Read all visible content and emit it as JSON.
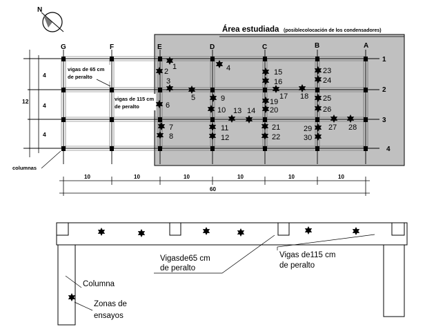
{
  "compass": {
    "north_label": "N"
  },
  "study_area": {
    "title": "Área estudiada",
    "subtitle": "(posiblecolocación de los condensadores)"
  },
  "axes_columns": [
    "G",
    "F",
    "E",
    "D",
    "C",
    "B",
    "A"
  ],
  "axes_rows": [
    "1",
    "2",
    "3",
    "4"
  ],
  "beam_labels": {
    "beam65_line1": "vigas de 65 cm",
    "beam65_line2": "de peralto",
    "beam115_line1": "vigas de  115 cm",
    "beam115_line2": "de peralto",
    "columns": "columnas"
  },
  "dimensions": {
    "left_spacings": [
      "4",
      "4",
      "4"
    ],
    "left_total": "12",
    "bottom_spacings": [
      "10",
      "10",
      "10",
      "10",
      "10",
      "10"
    ],
    "bottom_total": "60"
  },
  "test_points": [
    "1",
    "2",
    "3",
    "4",
    "5",
    "6",
    "7",
    "8",
    "9",
    "10",
    "11",
    "12",
    "13",
    "14",
    "15",
    "16",
    "17",
    "18",
    "19",
    "20",
    "21",
    "22",
    "23",
    "24",
    "25",
    "26",
    "27",
    "28",
    "29",
    "30"
  ],
  "elevation_legend": {
    "beam65_line1": "Vigasde65 cm",
    "beam65_line2": "de peralto",
    "beam115_line1": "Vigas de115 cm",
    "beam115_line2": "de peralto",
    "column": "Columna",
    "zones_line1": "Zonas de",
    "zones_line2": "ensayos"
  }
}
